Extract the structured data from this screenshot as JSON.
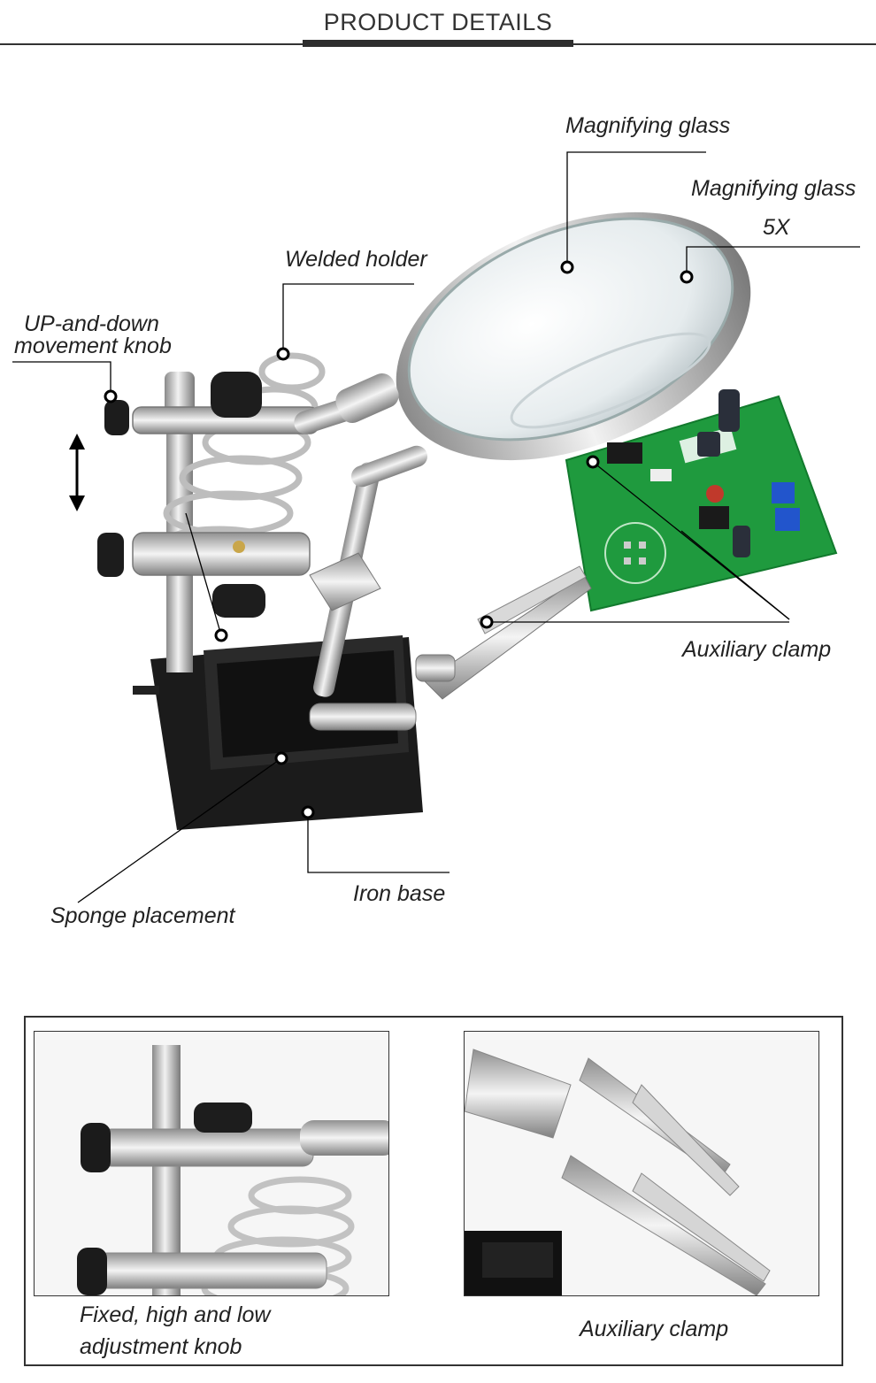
{
  "header": {
    "title": "PRODUCT DETAILS"
  },
  "callouts": {
    "magnifying_glass": "Magnifying glass",
    "magnifying_glass_5x_line1": "Magnifying glass",
    "magnifying_glass_5x_line2": "5X",
    "welded_holder": "Welded holder",
    "movement_knob_line1": "UP-and-down",
    "movement_knob_line2": "movement knob",
    "auxiliary_clamp": "Auxiliary clamp",
    "iron_base": "Iron base",
    "sponge_placement": "Sponge placement"
  },
  "details": {
    "left_caption_line1": "Fixed, high and low",
    "left_caption_line2": "adjustment knob",
    "right_caption": "Auxiliary clamp"
  }
}
